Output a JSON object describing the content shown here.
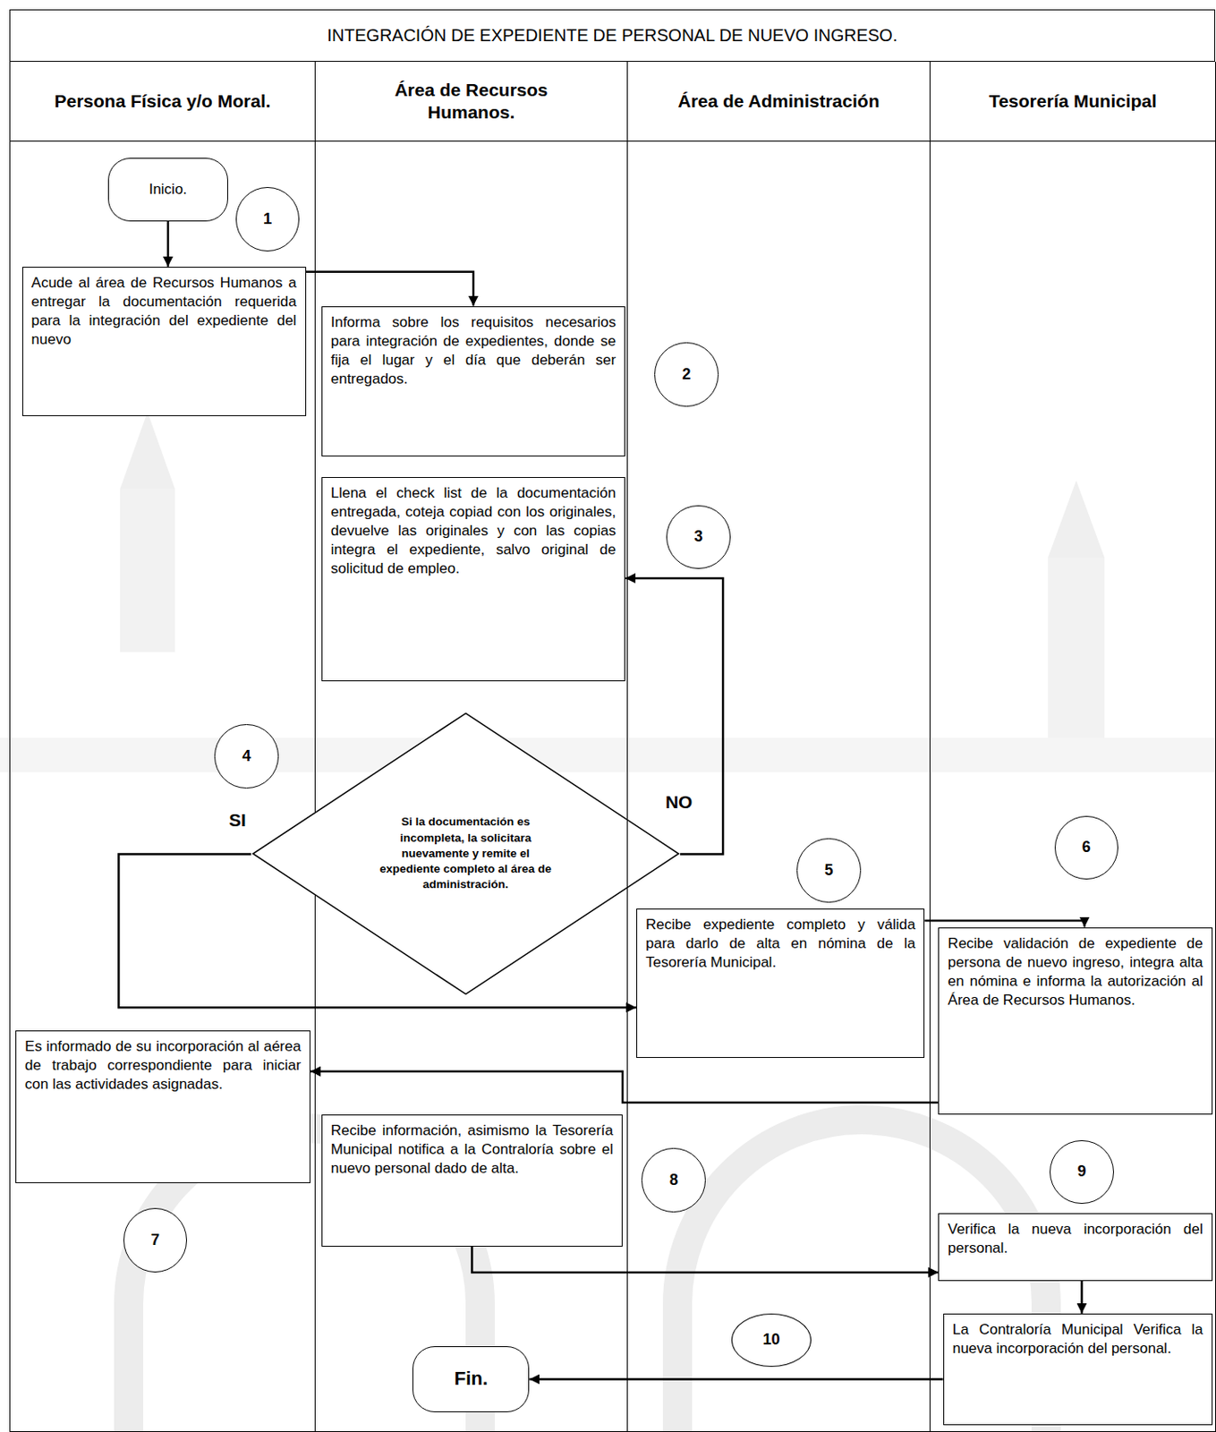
{
  "diagram": {
    "title": "INTEGRACIÓN DE EXPEDIENTE DE PERSONAL DE NUEVO INGRESO.",
    "nodes": [
      {
        "text": [
          "Persona Física y/o Moral."
        ]
      },
      {
        "text": [
          "Área de Recursos Humanos."
        ]
      },
      {
        "text": [
          "Área de Administración"
        ]
      },
      {
        "text": [
          "Tesorería Municipal"
        ]
      },
      {
        "text": [
          "Inicio."
        ],
        "in": 0
      },
      {
        "text": [
          "1"
        ],
        "in": 0
      },
      {
        "text": [
          "Acude al área de Recursos Humanos a entregar la documentación requerida para la integración del expediente del nuevo"
        ],
        "in": 0
      },
      {
        "text": [
          "Informa sobre los requisitos necesarios para integración de expedientes, donde se fija el lugar y el día que deberán ser entregados."
        ],
        "in": 1
      },
      {
        "text": [
          "2"
        ],
        "in": 2
      },
      {
        "text": [
          "Llena el check list de la documentación entregada, coteja copiad con los originales, devuelve las originales y con las copias integra el expediente, salvo original de solicitud de empleo."
        ],
        "in": 1
      },
      {
        "text": [
          "3"
        ],
        "in": 2
      },
      {
        "text": [
          "4"
        ],
        "in": 0
      },
      {
        "text": [
          "Si la documentación es incompleta, la solicitara nuevamente y remite el expediente completo al área de administración."
        ],
        "in": 1
      },
      {
        "text": [
          "5"
        ],
        "in": 2
      },
      {
        "text": [
          "6"
        ],
        "in": 3
      },
      {
        "text": [
          "Recibe expediente completo y válida para darlo de alta en nómina de la Tesorería Municipal."
        ],
        "in": 2
      },
      {
        "text": [
          "Recibe validación de expediente de persona de nuevo ingreso, integra alta en nómina e informa la autorización al Área de Recursos Humanos."
        ],
        "in": 3
      },
      {
        "text": [
          "Es informado de su incorporación al aérea de trabajo correspondiente para iniciar con las actividades asignadas."
        ],
        "in": 0
      },
      {
        "text": [
          "Recibe información, asimismo la Tesorería Municipal notifica a la Contraloría sobre el nuevo personal dado de alta."
        ],
        "in": 1
      },
      {
        "text": [
          "8"
        ],
        "in": 2
      },
      {
        "text": [
          "9"
        ],
        "in": 3
      },
      {
        "text": [
          "7"
        ],
        "in": 0
      },
      {
        "text": [
          "Verifica la nueva incorporación del personal."
        ],
        "in": 3
      },
      {
        "text": [
          "10"
        ],
        "in": 2
      },
      {
        "text": [
          "Fin."
        ],
        "in": 1
      },
      {
        "text": [
          "La Contraloría Municipal Verifica la nueva incorporación del personal."
        ],
        "in": 3
      }
    ],
    "edges": [
      {
        "from": 4,
        "to": 6,
        "arrow": "to"
      },
      {
        "from": 6,
        "to": 7,
        "arrow": "to"
      },
      {
        "from": 12,
        "to": 9,
        "label": "NO",
        "arrow": "to"
      },
      {
        "from": 12,
        "to": 15,
        "label": "SI",
        "arrow": "to"
      },
      {
        "from": 15,
        "to": 16,
        "arrow": "to"
      },
      {
        "from": 16,
        "to": 17,
        "arrow": "to"
      },
      {
        "from": 18,
        "to": 22,
        "arrow": "to"
      },
      {
        "from": 22,
        "to": 25,
        "arrow": "to"
      },
      {
        "from": 25,
        "to": 24,
        "arrow": "to"
      }
    ]
  }
}
